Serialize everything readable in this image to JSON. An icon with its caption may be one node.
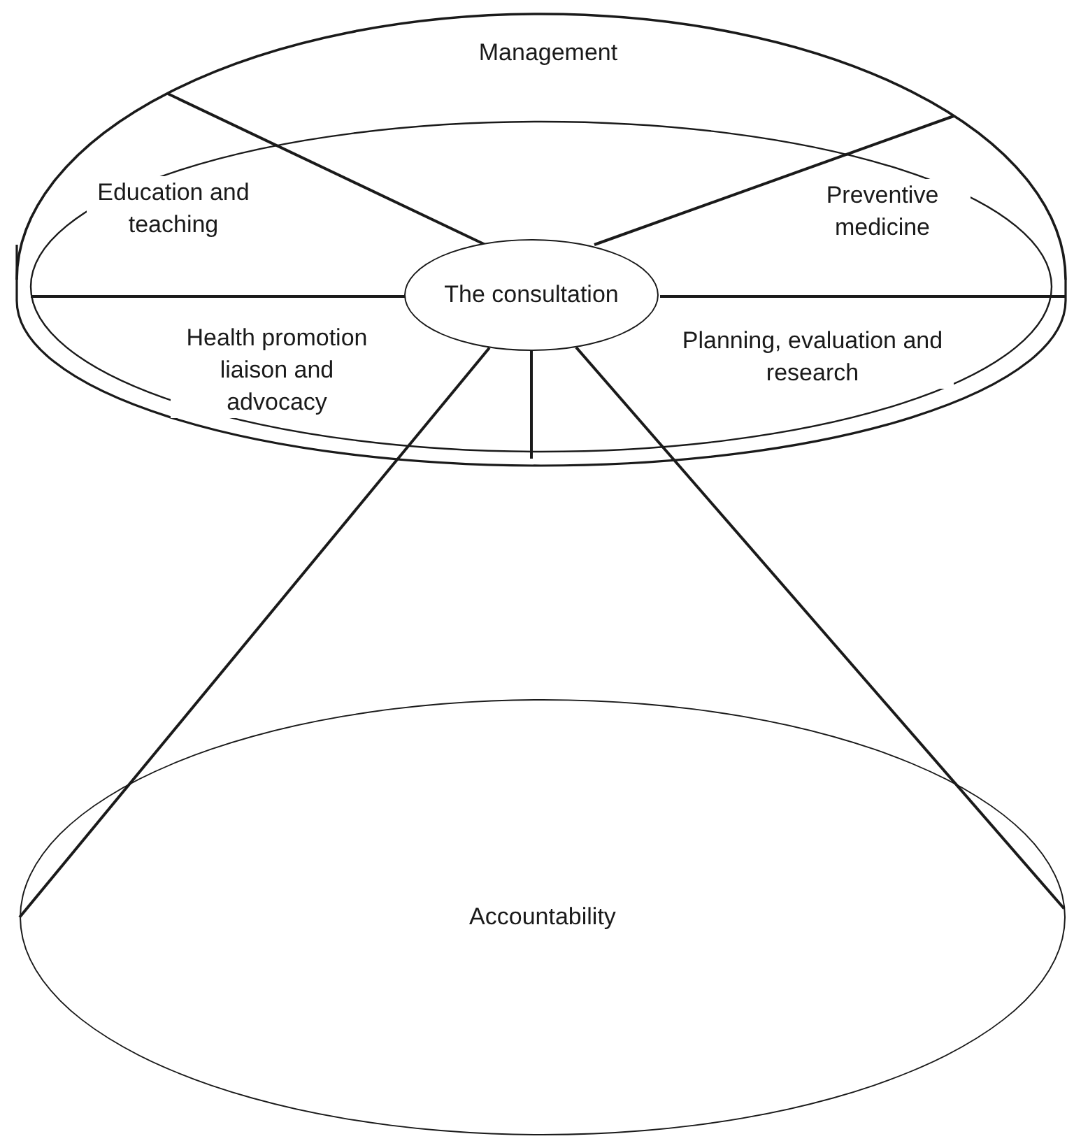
{
  "diagram": {
    "nodes": [
      {
        "text": [
          "The consultation"
        ]
      },
      {
        "text": [
          "Accountability"
        ]
      }
    ],
    "edges": [
      {
        "from": 0,
        "to": 1,
        "arrow": "none"
      },
      {
        "from": 0,
        "to": 1,
        "arrow": "none"
      }
    ],
    "labels": [
      "Management",
      "Education and teaching",
      "Preventive medicine",
      "Health promotion liaison and advocacy",
      "Planning, evaluation and research"
    ]
  }
}
